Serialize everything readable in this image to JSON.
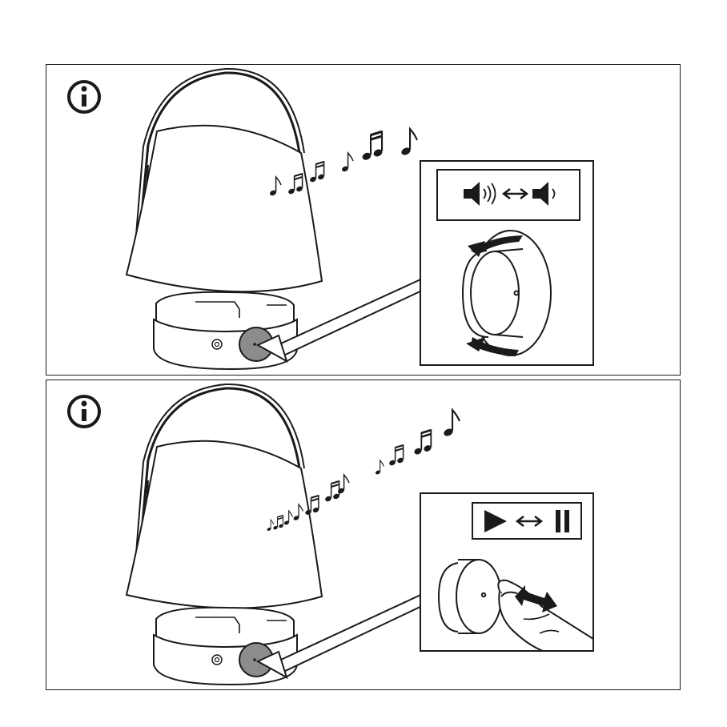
{
  "panels": [
    {
      "id": "volume",
      "info_icon": "info-icon",
      "device": "speaker-lamp",
      "control": "rotate-knob",
      "legend_icons": [
        "volume-up-icon",
        "double-arrow-icon",
        "volume-down-icon"
      ],
      "action": "rotate"
    },
    {
      "id": "play-pause",
      "info_icon": "info-icon",
      "device": "speaker-lamp",
      "control": "press-knob",
      "legend_icons": [
        "play-icon",
        "double-arrow-icon",
        "pause-icon"
      ],
      "action": "press"
    }
  ],
  "colors": {
    "line": "#1a1a1a",
    "knob_fill": "#8c8c8c",
    "shade": "#ffffff",
    "background": "#ffffff"
  }
}
